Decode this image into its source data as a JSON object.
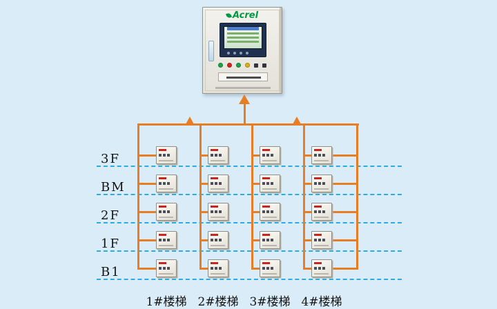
{
  "background_color": "#d9ecf7",
  "cabinet": {
    "brand": "Acrel",
    "brand_color": "#009a44",
    "indicator_colors": [
      "#18a54a",
      "#d8231f",
      "#18a54a",
      "#e2b00f"
    ]
  },
  "diagram": {
    "line_color": "#e87e23",
    "dash_color": "#2aabe2",
    "floors": [
      "3F",
      "BM",
      "2F",
      "1F",
      "B1"
    ],
    "staircases": [
      "1#楼梯",
      "2#楼梯",
      "3#楼梯",
      "4#楼梯"
    ]
  }
}
